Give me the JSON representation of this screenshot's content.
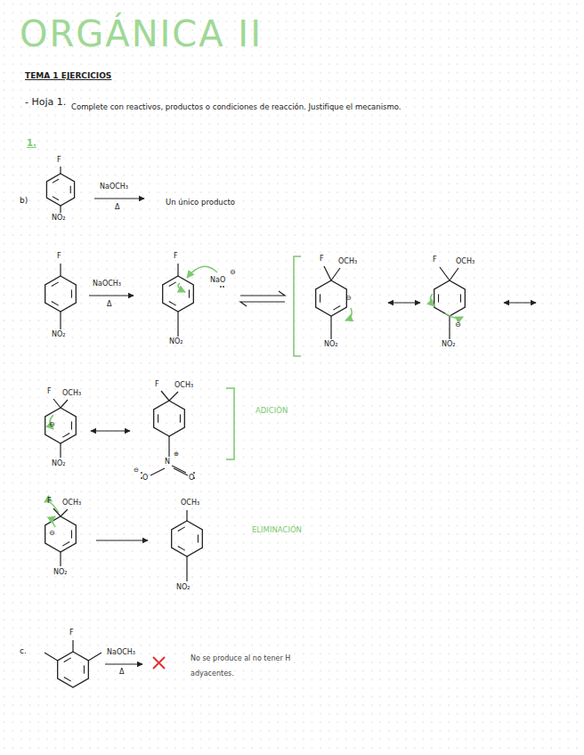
{
  "diagram": {
    "title": "ORGÁNICA II",
    "labels": [
      "TEMA 1 EJERCICIOS",
      "- Hoja 1.",
      "Complete con reactivos, productos o condiciones de reacción. Justifique el mecanismo.",
      "1.",
      "b)",
      "F",
      "NO₂",
      "NaOCH₃",
      "Δ",
      "Un único producto",
      "F",
      "NaOCH₃",
      "Δ",
      "NO₂",
      "F",
      "NaO",
      "⊖",
      "NO₂",
      "F",
      "OCH₃",
      "⊖",
      "NO₂",
      "F",
      "OCH₃",
      "⊖",
      "NO₂",
      "F",
      "OCH₃",
      "⊖",
      "NO₂",
      "F",
      "OCH₃",
      "N",
      "⊕",
      "⊖",
      "O",
      "O",
      "ADICIÓN",
      "F",
      "OCH₃",
      "⊖",
      "NO₂",
      "OCH₃",
      "NO₂",
      "ELIMINACIÓN",
      "c.",
      "F",
      "NaOCH₃",
      "Δ",
      "No se produce al no tener H adyacentes."
    ]
  }
}
